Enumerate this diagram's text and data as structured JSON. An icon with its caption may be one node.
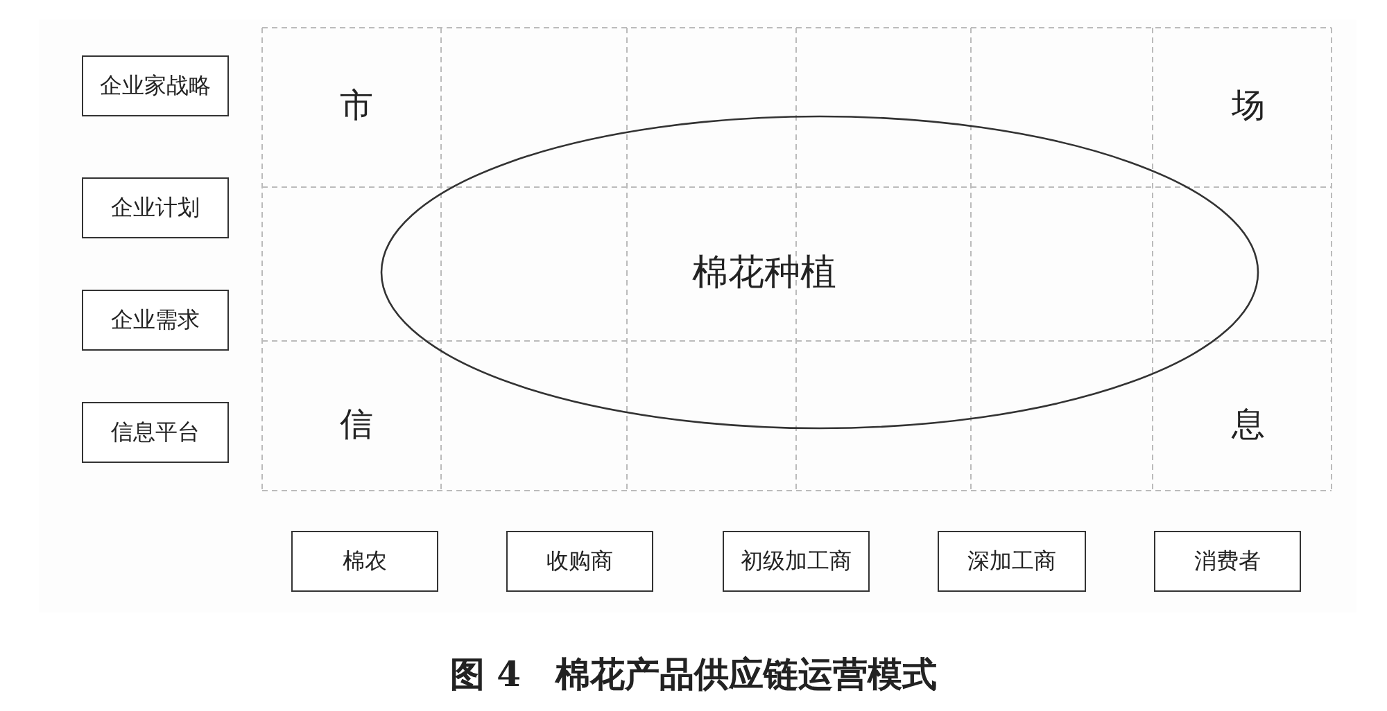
{
  "diagram": {
    "caption": "图 4　棉花产品供应链运营模式",
    "nodes": [
      {
        "text": [
          "企业家战略"
        ]
      },
      {
        "text": [
          "企业计划"
        ]
      },
      {
        "text": [
          "企业需求"
        ]
      },
      {
        "text": [
          "信息平台"
        ]
      },
      {
        "text": [
          "棉花种植"
        ]
      },
      {
        "text": [
          "棉农"
        ]
      },
      {
        "text": [
          "收购商"
        ]
      },
      {
        "text": [
          "初级加工商"
        ]
      },
      {
        "text": [
          "深加工商"
        ]
      },
      {
        "text": [
          "消费者"
        ]
      }
    ],
    "edges": [],
    "labels": [
      "市",
      "场",
      "信",
      "息"
    ]
  }
}
